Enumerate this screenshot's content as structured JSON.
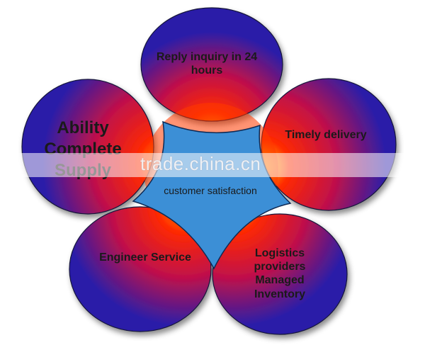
{
  "diagram": {
    "center_label": "customer satisfaction",
    "petals": [
      {
        "id": "top",
        "label": "Reply inquiry in 24 hours"
      },
      {
        "id": "left",
        "label": "Ability Complete Supply"
      },
      {
        "id": "right",
        "label": "Timely delivery"
      },
      {
        "id": "bottom-left",
        "label": "Engineer Service"
      },
      {
        "id": "bottom-right",
        "label": "Logistics providers Managed Inventory"
      }
    ],
    "colors": {
      "petal_outer": "#2b1ea8",
      "petal_inner": "#ff1a00",
      "glow": "#ffd000",
      "center_fill": "#3c8fd6"
    }
  },
  "watermark": {
    "text": "trade.china.cn"
  }
}
